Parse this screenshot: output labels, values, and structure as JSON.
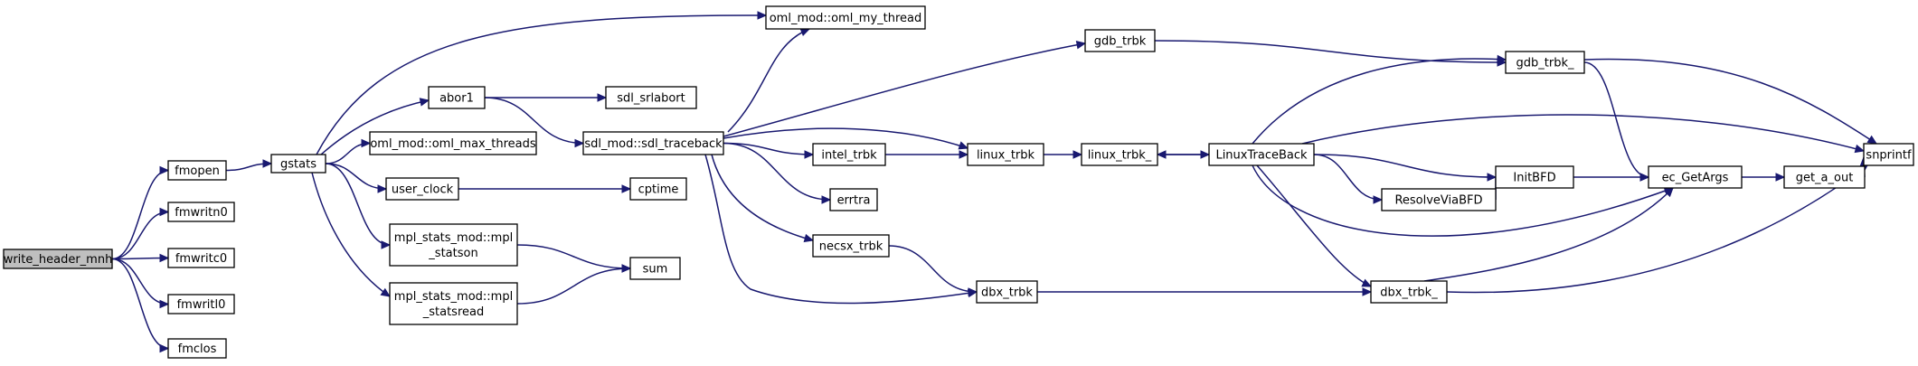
{
  "diagram": {
    "type": "call-graph",
    "colors": {
      "edge": "#191970",
      "node_border": "#000000",
      "node_fill": "#ffffff",
      "root_fill": "#bfbfbf"
    },
    "nodes": [
      {
        "id": "write_header_mnh",
        "lines": [
          "write_header_mnh"
        ],
        "root": true
      },
      {
        "id": "fmopen",
        "lines": [
          "fmopen"
        ]
      },
      {
        "id": "fmwritn0",
        "lines": [
          "fmwritn0"
        ]
      },
      {
        "id": "fmwritc0",
        "lines": [
          "fmwritc0"
        ]
      },
      {
        "id": "fmwritl0",
        "lines": [
          "fmwritl0"
        ]
      },
      {
        "id": "fmclos",
        "lines": [
          "fmclos"
        ]
      },
      {
        "id": "gstats",
        "lines": [
          "gstats"
        ]
      },
      {
        "id": "oml_my_thread",
        "lines": [
          "oml_mod::oml_my_thread"
        ]
      },
      {
        "id": "abor1",
        "lines": [
          "abor1"
        ]
      },
      {
        "id": "oml_max_threads",
        "lines": [
          "oml_mod::oml_max_threads"
        ]
      },
      {
        "id": "user_clock",
        "lines": [
          "user_clock"
        ]
      },
      {
        "id": "mpl_statson",
        "lines": [
          "mpl_stats_mod::mpl",
          "_statson"
        ]
      },
      {
        "id": "mpl_statsread",
        "lines": [
          "mpl_stats_mod::mpl",
          "_statsread"
        ]
      },
      {
        "id": "sdl_srlabort",
        "lines": [
          "sdl_srlabort"
        ]
      },
      {
        "id": "sdl_traceback",
        "lines": [
          "sdl_mod::sdl_traceback"
        ]
      },
      {
        "id": "cptime",
        "lines": [
          "cptime"
        ]
      },
      {
        "id": "sum",
        "lines": [
          "sum"
        ]
      },
      {
        "id": "intel_trbk",
        "lines": [
          "intel_trbk"
        ]
      },
      {
        "id": "errtra",
        "lines": [
          "errtra"
        ]
      },
      {
        "id": "necsx_trbk",
        "lines": [
          "necsx_trbk"
        ]
      },
      {
        "id": "gdb_trbk",
        "lines": [
          "gdb_trbk"
        ]
      },
      {
        "id": "linux_trbk",
        "lines": [
          "linux_trbk"
        ]
      },
      {
        "id": "dbx_trbk",
        "lines": [
          "dbx_trbk"
        ]
      },
      {
        "id": "linux_trbk_",
        "lines": [
          "linux_trbk_"
        ]
      },
      {
        "id": "LinuxTraceBack",
        "lines": [
          "LinuxTraceBack"
        ]
      },
      {
        "id": "gdb_trbk_",
        "lines": [
          "gdb_trbk_"
        ]
      },
      {
        "id": "ResolveViaBFD",
        "lines": [
          "ResolveViaBFD"
        ]
      },
      {
        "id": "InitBFD",
        "lines": [
          "InitBFD"
        ]
      },
      {
        "id": "dbx_trbk_",
        "lines": [
          "dbx_trbk_"
        ]
      },
      {
        "id": "ec_GetArgs",
        "lines": [
          "ec_GetArgs"
        ]
      },
      {
        "id": "get_a_out",
        "lines": [
          "get_a_out"
        ]
      },
      {
        "id": "snprintf",
        "lines": [
          "snprintf"
        ]
      }
    ],
    "edges": [
      [
        "write_header_mnh",
        "fmopen"
      ],
      [
        "write_header_mnh",
        "fmwritn0"
      ],
      [
        "write_header_mnh",
        "fmwritc0"
      ],
      [
        "write_header_mnh",
        "fmwritl0"
      ],
      [
        "write_header_mnh",
        "fmclos"
      ],
      [
        "fmopen",
        "gstats"
      ],
      [
        "gstats",
        "oml_my_thread"
      ],
      [
        "gstats",
        "abor1"
      ],
      [
        "gstats",
        "oml_max_threads"
      ],
      [
        "gstats",
        "user_clock"
      ],
      [
        "gstats",
        "mpl_statson"
      ],
      [
        "gstats",
        "mpl_statsread"
      ],
      [
        "abor1",
        "sdl_srlabort"
      ],
      [
        "abor1",
        "sdl_traceback"
      ],
      [
        "user_clock",
        "cptime"
      ],
      [
        "mpl_statson",
        "sum"
      ],
      [
        "mpl_statsread",
        "sum"
      ],
      [
        "sdl_traceback",
        "oml_my_thread"
      ],
      [
        "sdl_traceback",
        "gdb_trbk"
      ],
      [
        "sdl_traceback",
        "linux_trbk"
      ],
      [
        "sdl_traceback",
        "intel_trbk"
      ],
      [
        "sdl_traceback",
        "errtra"
      ],
      [
        "sdl_traceback",
        "necsx_trbk"
      ],
      [
        "sdl_traceback",
        "dbx_trbk"
      ],
      [
        "intel_trbk",
        "linux_trbk"
      ],
      [
        "necsx_trbk",
        "dbx_trbk"
      ],
      [
        "gdb_trbk",
        "gdb_trbk_"
      ],
      [
        "linux_trbk",
        "linux_trbk_"
      ],
      [
        "linux_trbk_",
        "LinuxTraceBack"
      ],
      [
        "LinuxTraceBack",
        "linux_trbk_"
      ],
      [
        "LinuxTraceBack",
        "gdb_trbk_"
      ],
      [
        "LinuxTraceBack",
        "snprintf"
      ],
      [
        "LinuxTraceBack",
        "InitBFD"
      ],
      [
        "LinuxTraceBack",
        "ResolveViaBFD"
      ],
      [
        "LinuxTraceBack",
        "ec_GetArgs"
      ],
      [
        "LinuxTraceBack",
        "dbx_trbk_"
      ],
      [
        "dbx_trbk",
        "dbx_trbk_"
      ],
      [
        "gdb_trbk_",
        "snprintf"
      ],
      [
        "gdb_trbk_",
        "ec_GetArgs"
      ],
      [
        "ResolveViaBFD",
        "InitBFD"
      ],
      [
        "InitBFD",
        "ec_GetArgs"
      ],
      [
        "dbx_trbk_",
        "ec_GetArgs"
      ],
      [
        "dbx_trbk_",
        "snprintf"
      ],
      [
        "ec_GetArgs",
        "get_a_out"
      ],
      [
        "get_a_out",
        "snprintf"
      ]
    ]
  }
}
